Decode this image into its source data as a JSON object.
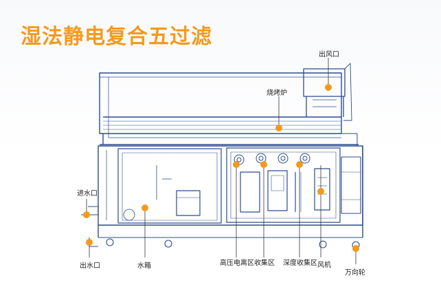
{
  "title": "湿法静电复合五过滤",
  "accent_color": "#f39a1e",
  "line_color": "#2a4b8d",
  "labels": {
    "outlet_air": "出风口",
    "oven": "烧烤炉",
    "water_inlet": "进水口",
    "water_outlet": "出水口",
    "water_tank": "水箱",
    "hv_ionization": "高压电离区",
    "collection": "收集区",
    "deep_collection": "深度收集区",
    "fan": "风机",
    "caster": "万向轮"
  }
}
